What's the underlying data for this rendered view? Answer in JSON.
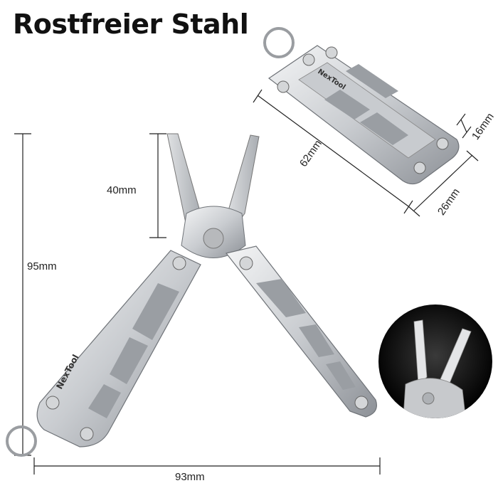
{
  "title": "Rostfreier Stahl",
  "brand": "NexTool",
  "dimensions": {
    "jaw_length": "40mm",
    "height": "95mm",
    "width": "93mm",
    "folded_length": "62mm",
    "folded_width": "26mm",
    "folded_thickness": "16mm"
  },
  "colors": {
    "steel_light": "#e6e7e9",
    "steel_mid": "#b9bcc0",
    "steel_dark": "#7c8085",
    "inset_bg": "#111111"
  }
}
